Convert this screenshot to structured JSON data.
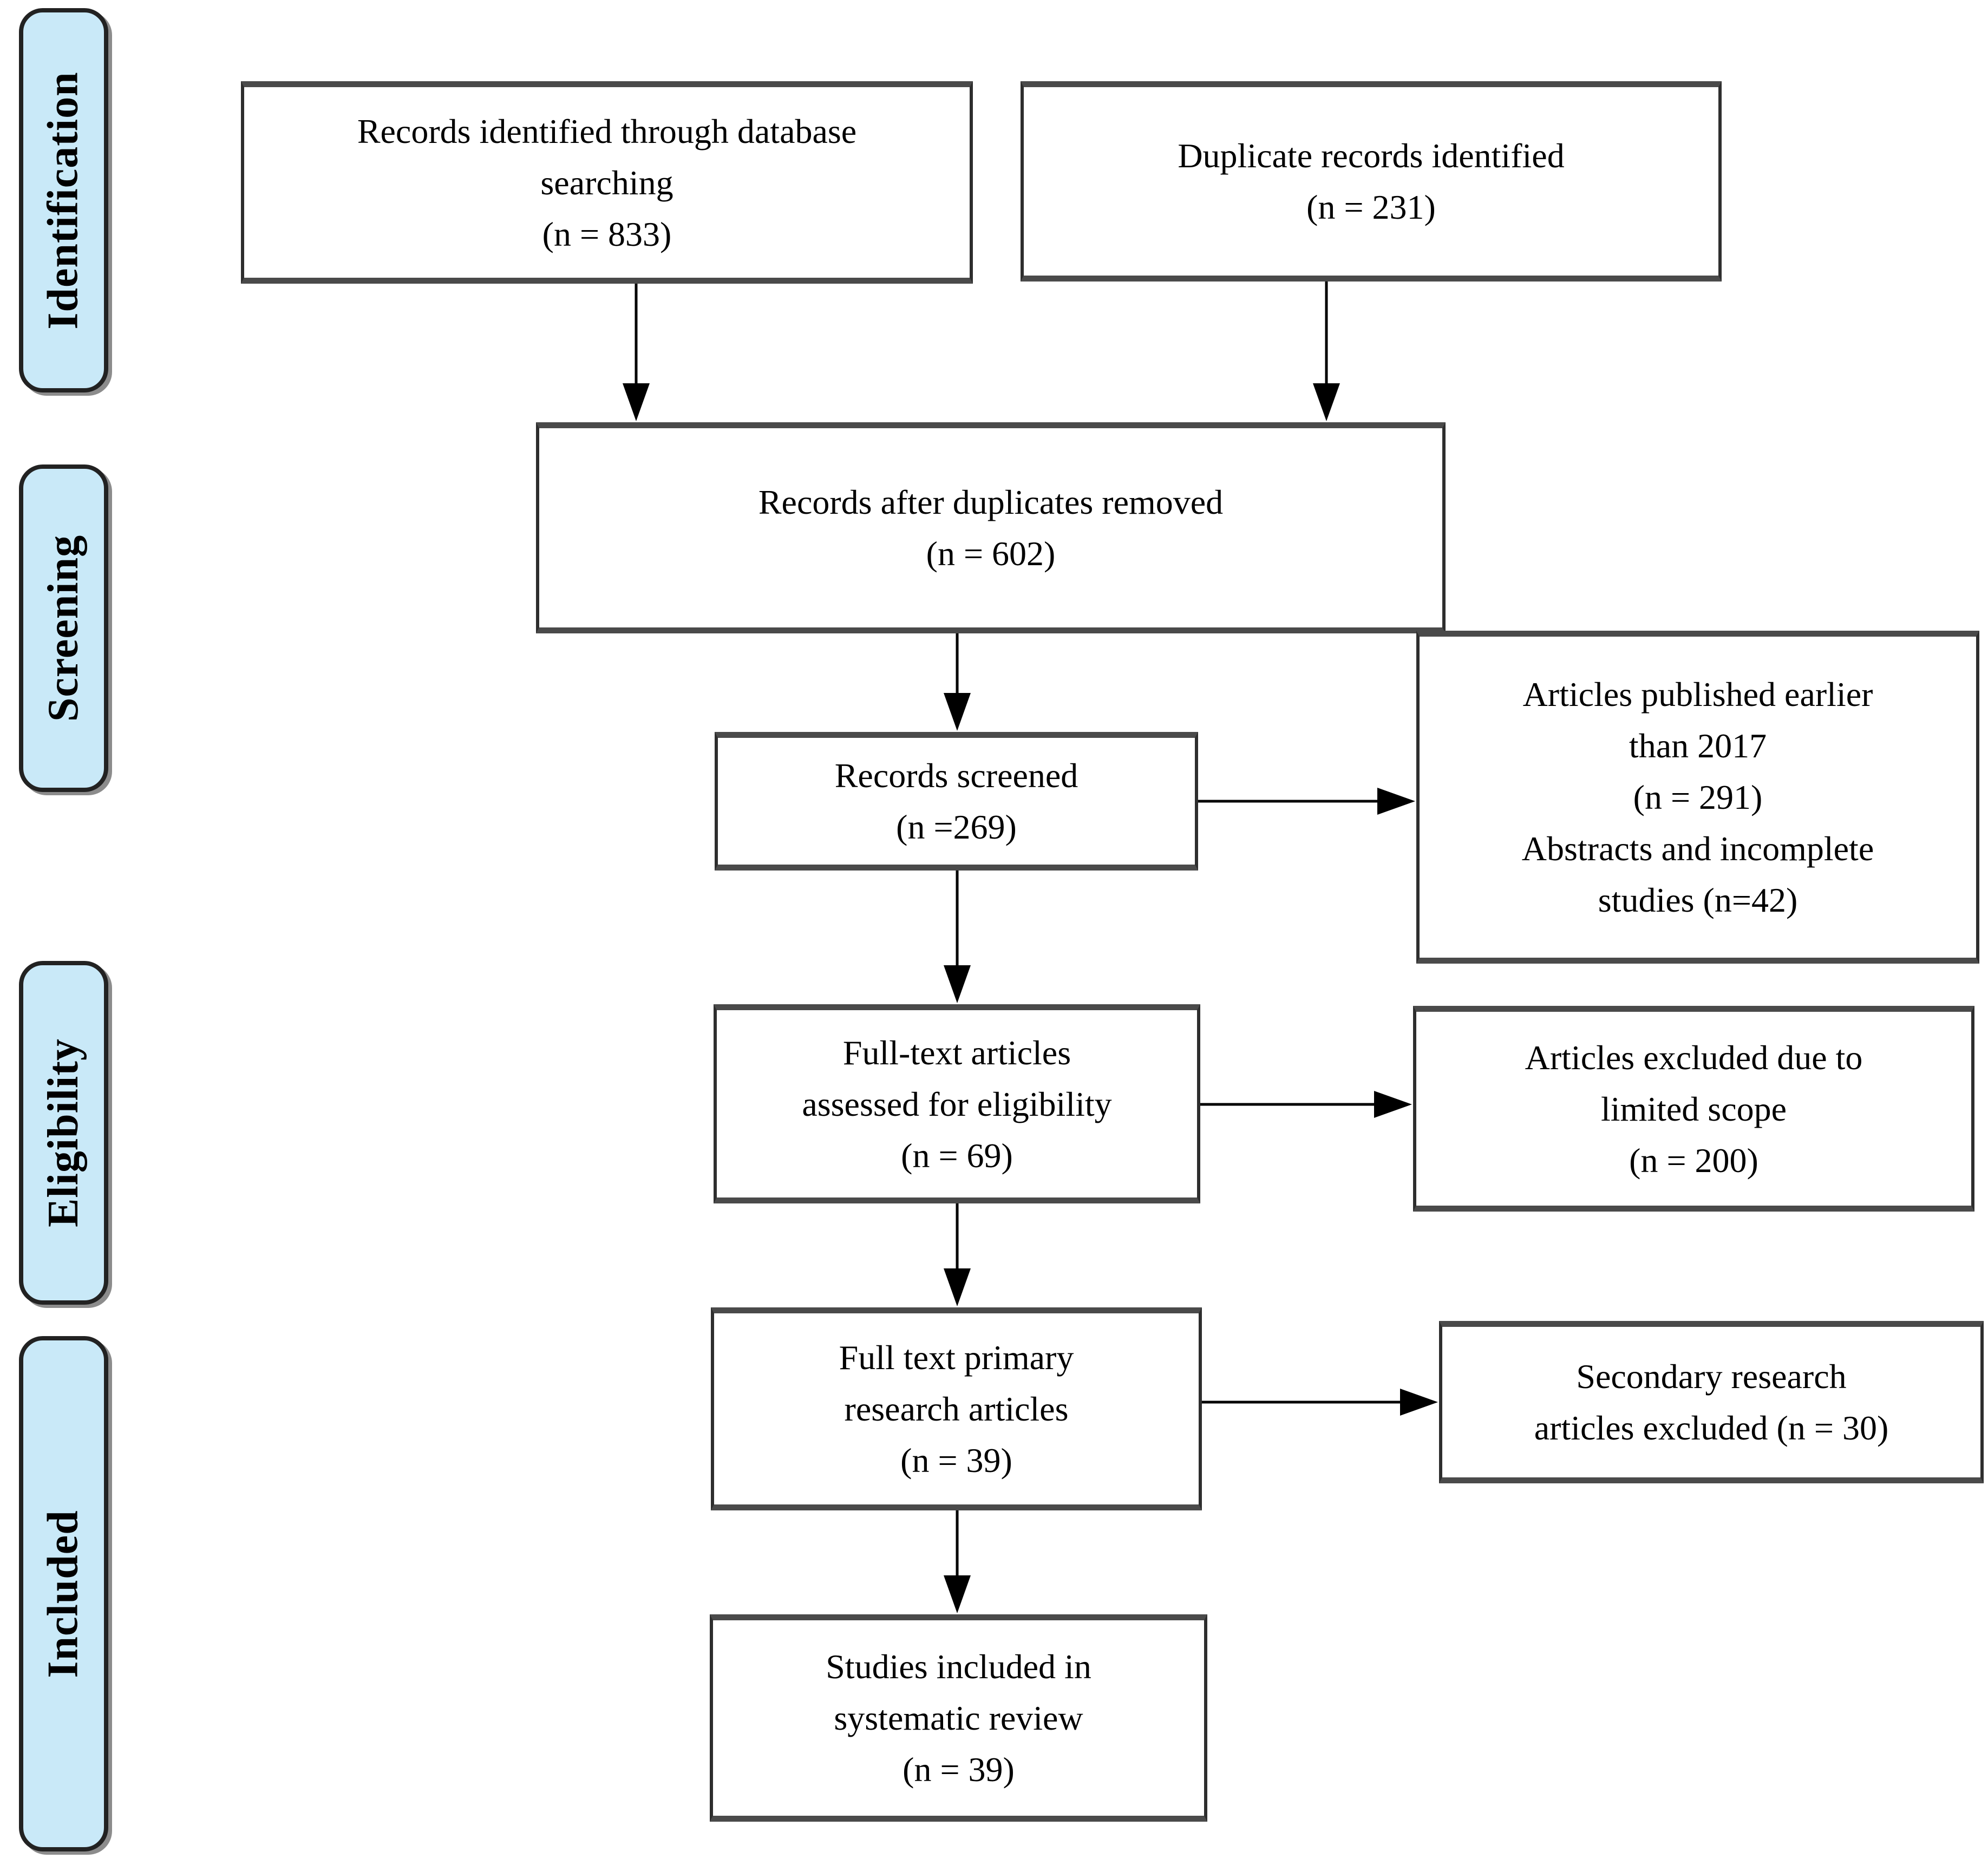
{
  "figure": {
    "type": "prisma-flow-diagram",
    "stages": [
      {
        "label": "Identification"
      },
      {
        "label": "Screening"
      },
      {
        "label": "Eligibility"
      },
      {
        "label": "Included"
      }
    ],
    "boxes": {
      "identified": {
        "lines": [
          "Records identified through database",
          "searching",
          "(n = 833)"
        ]
      },
      "duplicate": {
        "lines": [
          "Duplicate records identified",
          "(n = 231)"
        ]
      },
      "merged": {
        "lines": [
          "Records after duplicates removed",
          "(n = 602)"
        ]
      },
      "screened": {
        "lines": [
          "Records screened",
          "(n =269)"
        ]
      },
      "excluded_early": {
        "lines": [
          "Articles published earlier",
          "than 2017",
          "(n = 291)",
          "Abstracts and incomplete",
          "studies (n=42)"
        ]
      },
      "fulltext": {
        "lines": [
          "Full-text articles",
          "assessed for eligibility",
          "(n = 69)"
        ]
      },
      "excluded_scope": {
        "lines": [
          "Articles excluded due to",
          "limited scope",
          "(n = 200)"
        ]
      },
      "primary": {
        "lines": [
          "Full text primary",
          "research articles",
          "(n = 39)"
        ]
      },
      "excluded_secondary": {
        "lines": [
          "Secondary research",
          "articles excluded (n = 30)"
        ]
      },
      "included_review": {
        "lines": [
          "Studies included in",
          "systematic review",
          "(n = 39)"
        ]
      }
    },
    "colors": {
      "stage_fill": "#c9e9f8",
      "stage_border": "#222222",
      "box_border": "#2e2e2e",
      "box_border_horizontal": "#4a4a4a",
      "arrow": "#000000",
      "background": "#ffffff",
      "text": "#000000"
    }
  }
}
